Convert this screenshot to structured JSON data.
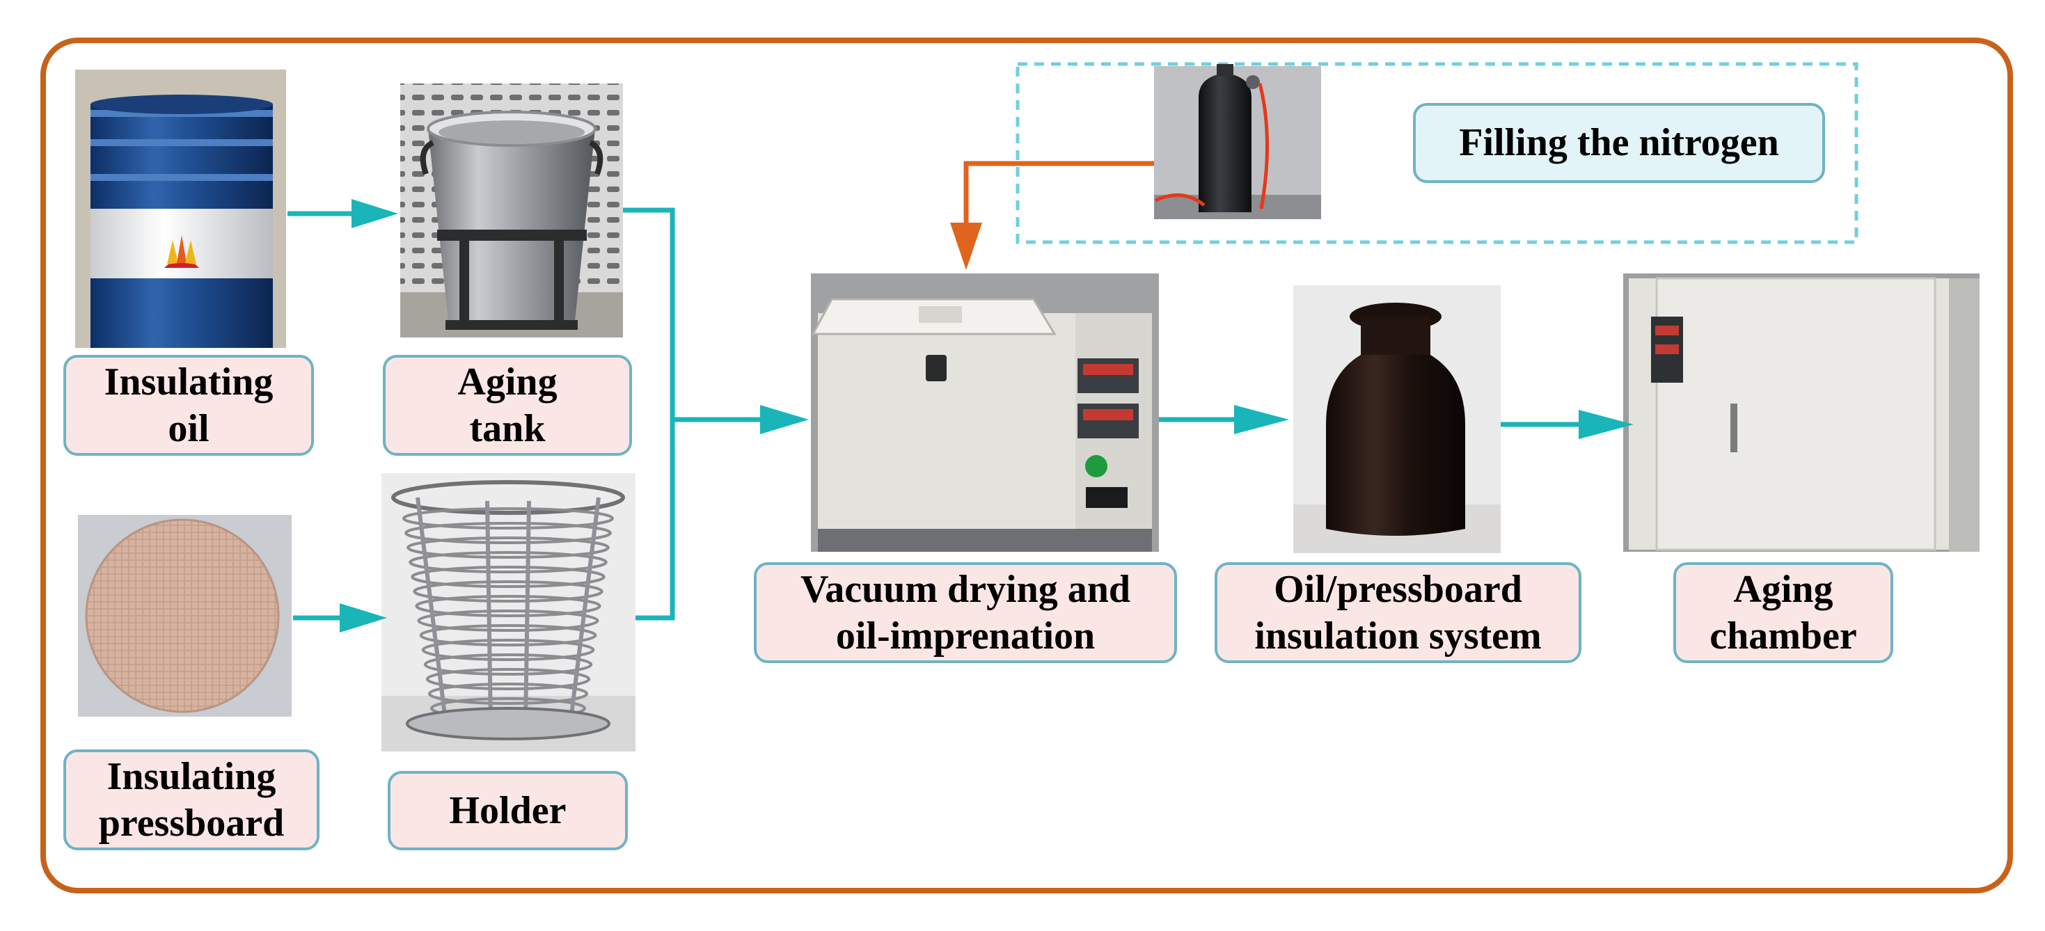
{
  "colors": {
    "frame": "#c8621a",
    "flow_arrow": "#19b5b8",
    "nitrogen_arrow": "#e0641e",
    "dashed_border": "#6fd0e0",
    "label_fill": "#fbe6e6",
    "label_border": "#6fb3c4",
    "nitrogen_label_fill": "#e3f4f8"
  },
  "labels": {
    "insulating_oil": [
      "Insulating",
      "oil"
    ],
    "aging_tank": [
      "Aging",
      "tank"
    ],
    "insulating_pressboard": [
      "Insulating",
      "pressboard"
    ],
    "holder": [
      "Holder"
    ],
    "vacuum_drying": [
      "Vacuum drying and",
      "oil-imprenation"
    ],
    "oil_pressboard": [
      "Oil/pressboard",
      "insulation system"
    ],
    "aging_chamber": [
      "Aging",
      "chamber"
    ],
    "filling_nitrogen": [
      "Filling the nitrogen"
    ]
  },
  "images": {
    "oil_drum": "photo of blue and white oil drum with logo",
    "aging_tank": "photo of stainless steel aging tank",
    "pressboard": "photo of circular pressboard disc",
    "holder": "photo of wire spiral holder rack",
    "nitrogen_cylinder": "photo of black nitrogen cylinder",
    "vacuum_oven": "photo of vacuum drying oven",
    "brown_bottle": "photo of brown glass bottle",
    "aging_oven": "photo of aging oven chamber"
  },
  "flow": [
    {
      "from": "insulating_oil",
      "to": "aging_tank"
    },
    {
      "from": "insulating_pressboard",
      "to": "holder"
    },
    {
      "from": "aging_tank",
      "to": "vacuum_drying"
    },
    {
      "from": "holder",
      "to": "vacuum_drying"
    },
    {
      "from": "filling_nitrogen",
      "to": "vacuum_drying"
    },
    {
      "from": "vacuum_drying",
      "to": "oil_pressboard"
    },
    {
      "from": "oil_pressboard",
      "to": "aging_chamber"
    }
  ]
}
